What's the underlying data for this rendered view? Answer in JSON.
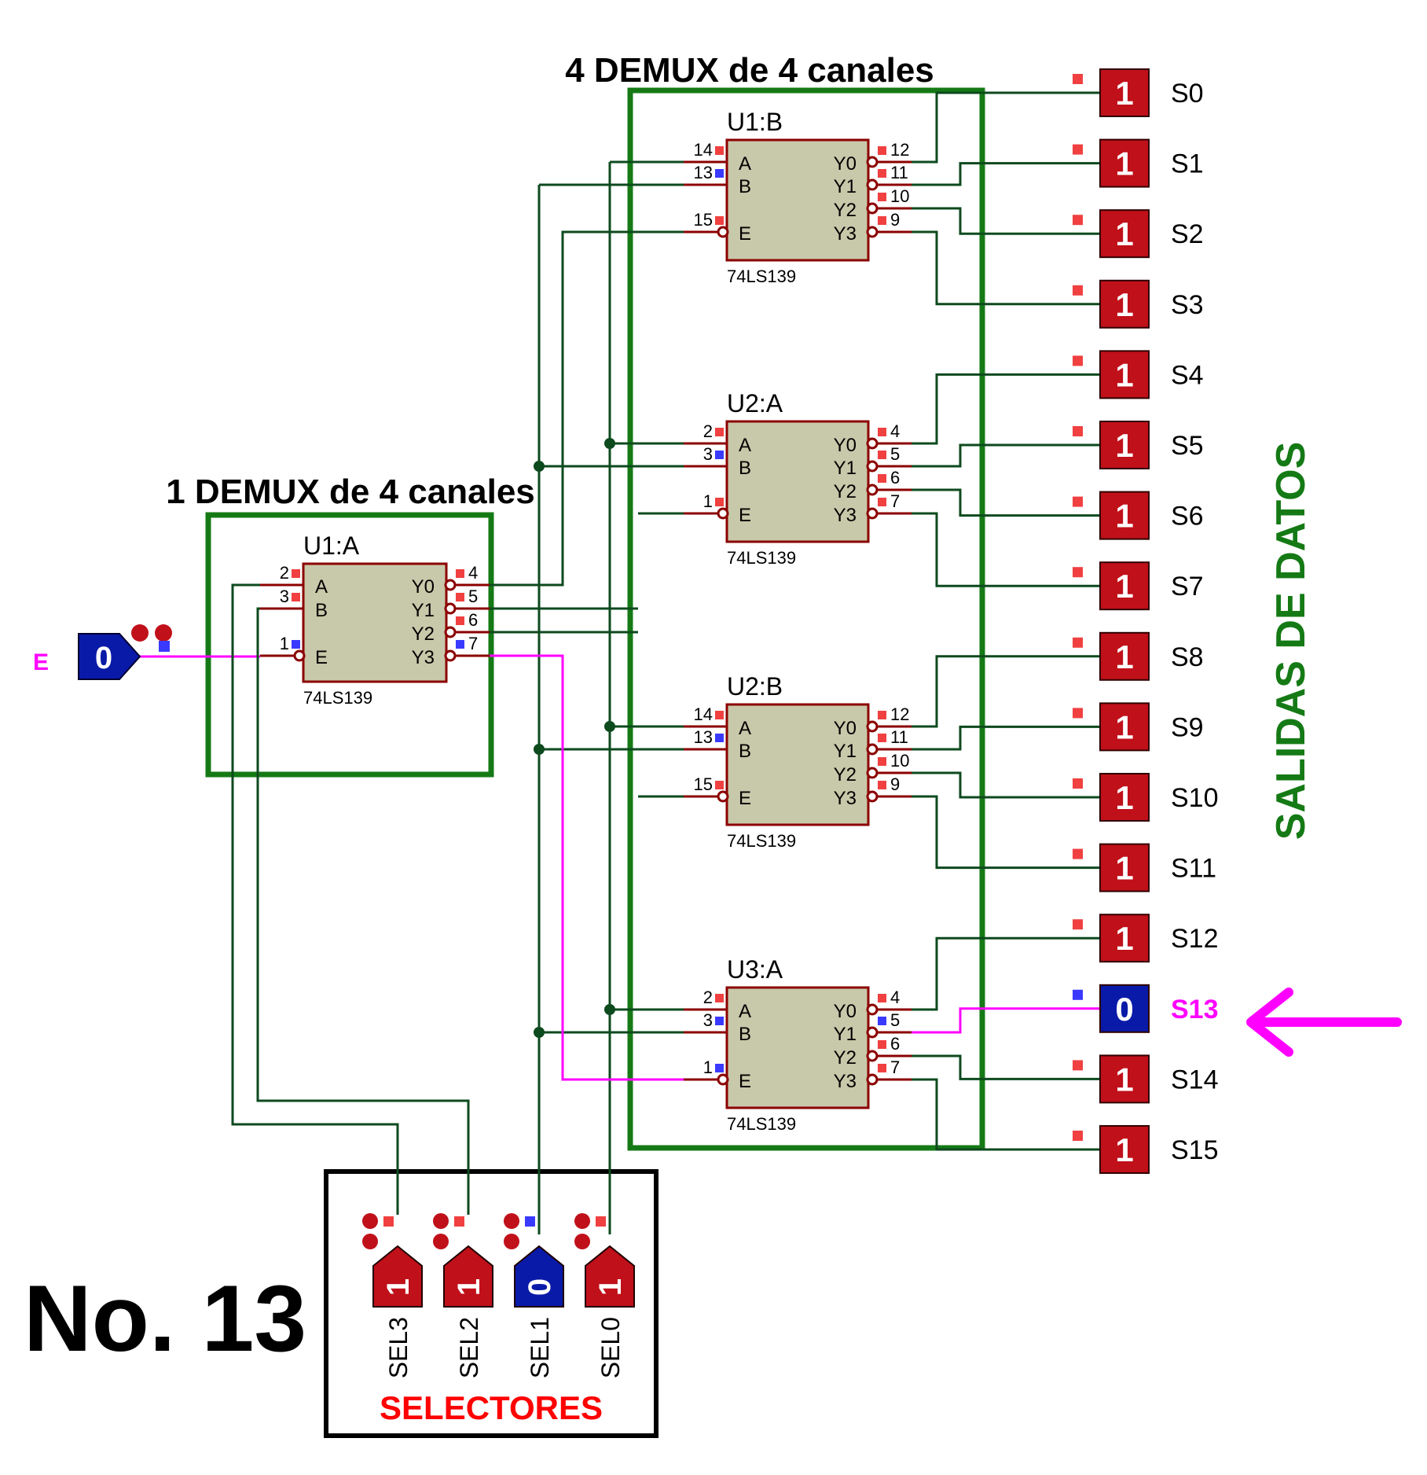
{
  "titles": {
    "demux_group_top": "4 DEMUX de 4 canales",
    "demux_group_left": "1 DEMUX de 4 canales",
    "outputs_vertical": "SALIDAS DE DATOS",
    "selectors_box": "SELECTORES",
    "case_number": "No. 13"
  },
  "input_probe": {
    "name": "E",
    "value": "0"
  },
  "first_stage": {
    "ref": "U1:A",
    "part": "74LS139",
    "pins_in": [
      {
        "num": "2",
        "name": "A"
      },
      {
        "num": "3",
        "name": "B"
      },
      {
        "num": "1",
        "name": "E"
      }
    ],
    "pins_out": [
      {
        "num": "4",
        "name": "Y0"
      },
      {
        "num": "5",
        "name": "Y1"
      },
      {
        "num": "6",
        "name": "Y2"
      },
      {
        "num": "7",
        "name": "Y3"
      }
    ]
  },
  "second_stage": [
    {
      "ref": "U1:B",
      "part": "74LS139",
      "in_nums": [
        "14",
        "13",
        "15"
      ],
      "out_nums": [
        "12",
        "11",
        "10",
        "9"
      ]
    },
    {
      "ref": "U2:A",
      "part": "74LS139",
      "in_nums": [
        "2",
        "3",
        "1"
      ],
      "out_nums": [
        "4",
        "5",
        "6",
        "7"
      ]
    },
    {
      "ref": "U2:B",
      "part": "74LS139",
      "in_nums": [
        "14",
        "13",
        "15"
      ],
      "out_nums": [
        "12",
        "11",
        "10",
        "9"
      ]
    },
    {
      "ref": "U3:A",
      "part": "74LS139",
      "in_nums": [
        "2",
        "3",
        "1"
      ],
      "out_nums": [
        "4",
        "5",
        "6",
        "7"
      ]
    }
  ],
  "pin_names": {
    "a": "A",
    "b": "B",
    "e": "E",
    "y0": "Y0",
    "y1": "Y1",
    "y2": "Y2",
    "y3": "Y3"
  },
  "outputs": [
    {
      "name": "S0",
      "value": "1"
    },
    {
      "name": "S1",
      "value": "1"
    },
    {
      "name": "S2",
      "value": "1"
    },
    {
      "name": "S3",
      "value": "1"
    },
    {
      "name": "S4",
      "value": "1"
    },
    {
      "name": "S5",
      "value": "1"
    },
    {
      "name": "S6",
      "value": "1"
    },
    {
      "name": "S7",
      "value": "1"
    },
    {
      "name": "S8",
      "value": "1"
    },
    {
      "name": "S9",
      "value": "1"
    },
    {
      "name": "S10",
      "value": "1"
    },
    {
      "name": "S11",
      "value": "1"
    },
    {
      "name": "S12",
      "value": "1"
    },
    {
      "name": "S13",
      "value": "0"
    },
    {
      "name": "S14",
      "value": "1"
    },
    {
      "name": "S15",
      "value": "1"
    }
  ],
  "selectors": [
    {
      "name": "SEL3",
      "value": "1"
    },
    {
      "name": "SEL2",
      "value": "1"
    },
    {
      "name": "SEL1",
      "value": "0"
    },
    {
      "name": "SEL0",
      "value": "1"
    }
  ],
  "colors": {
    "wire": "#0d4a1e",
    "active_wire": "#ff00ff",
    "pin": "#8b0000",
    "chip_fill": "#c8c8aa",
    "group_box": "#157a15",
    "high": "#c0101a",
    "low": "#0a1aa8",
    "highlight": "#ff00ff"
  }
}
